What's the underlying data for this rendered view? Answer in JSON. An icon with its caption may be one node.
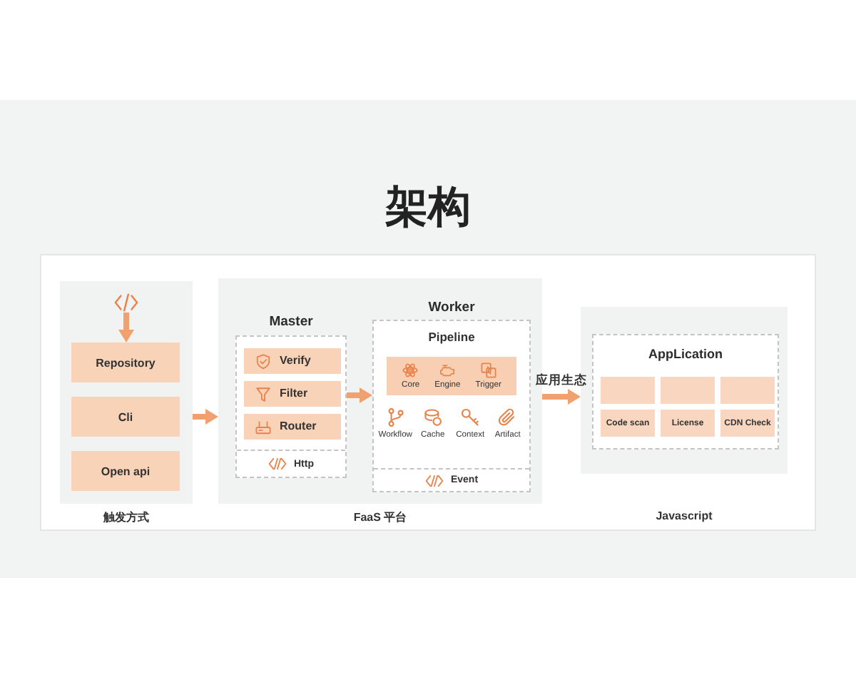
{
  "diagram": {
    "title": "架构",
    "nodes": [
      {
        "text": [
          "触发方式"
        ]
      },
      {
        "text": [],
        "shape": "picture",
        "in": 0
      },
      {
        "text": [
          "Repository"
        ],
        "in": 0
      },
      {
        "text": [
          "Cli"
        ],
        "in": 0
      },
      {
        "text": [
          "Open api"
        ],
        "in": 0
      },
      {
        "text": [
          "FaaS 平台"
        ]
      },
      {
        "text": [
          "Master",
          "Http"
        ],
        "in": 5
      },
      {
        "text": [
          "Verify"
        ],
        "in": 6
      },
      {
        "text": [
          "Filter"
        ],
        "in": 6
      },
      {
        "text": [
          "Router"
        ],
        "in": 6
      },
      {
        "text": [
          "Worker",
          "Pipeline",
          "Event"
        ],
        "in": 5
      },
      {
        "text": [
          "Core",
          "Engine",
          "Trigger"
        ],
        "in": 10
      },
      {
        "text": [
          "Javascript"
        ]
      },
      {
        "text": [
          "AppLication"
        ],
        "in": 12
      },
      {
        "text": [],
        "shape": "box",
        "in": 13
      },
      {
        "text": [],
        "shape": "box",
        "in": 13
      },
      {
        "text": [],
        "shape": "box",
        "in": 13
      },
      {
        "text": [
          "Code scan"
        ],
        "in": 13
      },
      {
        "text": [
          "License"
        ],
        "in": 13
      },
      {
        "text": [
          "CDN Check"
        ],
        "in": 13
      }
    ],
    "edges": [
      {
        "from": 1,
        "to": 2,
        "arrow": "to"
      },
      {
        "from": 0,
        "to": 5,
        "arrow": "to"
      },
      {
        "from": 6,
        "to": 10,
        "arrow": "to"
      },
      {
        "from": 5,
        "to": 12,
        "arrow": "to",
        "label": "应用生态"
      }
    ],
    "labels": [
      "Workflow",
      "Cache",
      "Context",
      "Artifact"
    ]
  }
}
